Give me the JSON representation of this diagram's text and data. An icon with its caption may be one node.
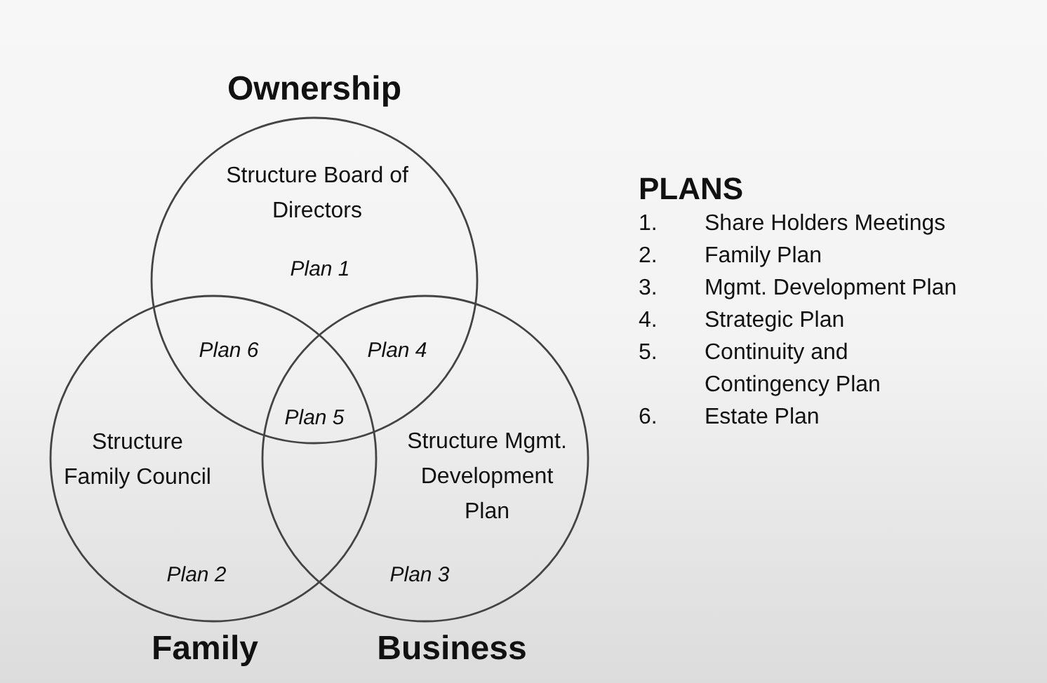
{
  "diagram": {
    "nodes": [
      {
        "text": [
          "Ownership",
          "Structure Board of Directors",
          "Plan 1"
        ]
      },
      {
        "text": [
          "Structure Family Council",
          "Plan 2",
          "Family"
        ]
      },
      {
        "text": [
          "Structure Mgmt. Development Plan",
          "Plan 3",
          "Business"
        ]
      }
    ],
    "labels": [
      "Plan 6",
      "Plan 4",
      "Plan 5",
      "PLANS",
      "1.",
      "Share Holders Meetings",
      "2.",
      "Family Plan",
      "3.",
      "Mgmt. Development Plan",
      "4.",
      "Strategic Plan",
      "5.",
      "Continuity and Contingency Plan",
      "6.",
      "Estate Plan"
    ]
  }
}
